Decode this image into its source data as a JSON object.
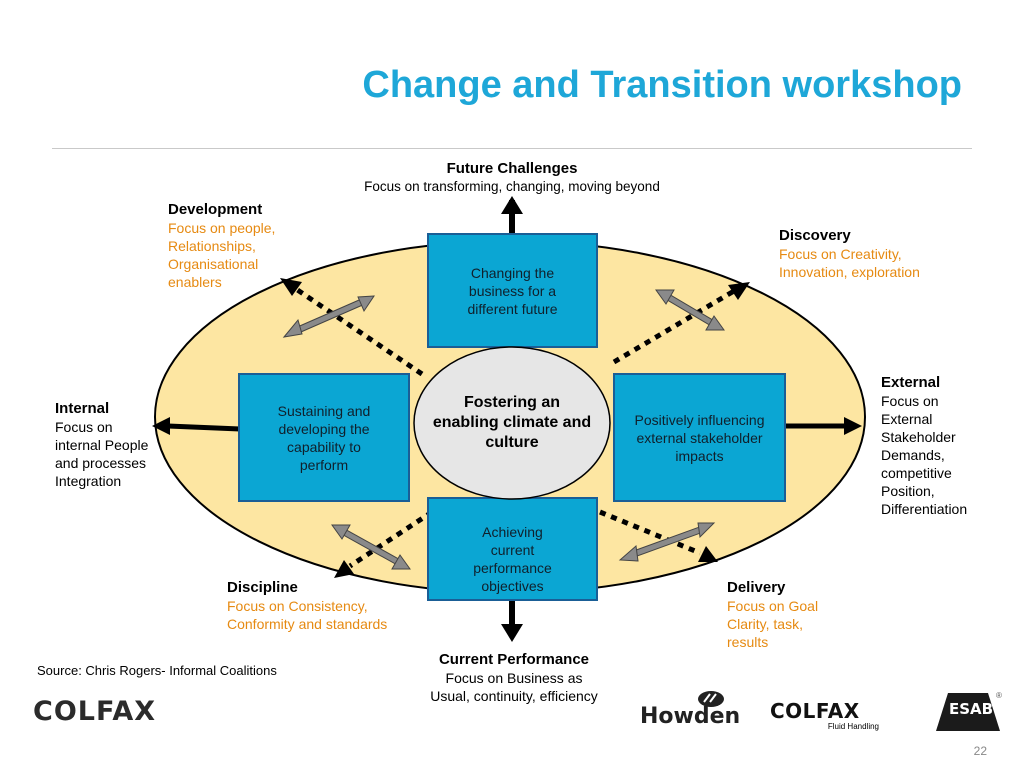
{
  "title": "Change and Transition workshop",
  "boxes": {
    "top": "Changing the business for a different future",
    "left": "Sustaining and developing the capability to perform",
    "right": "Positively influencing external stakeholder impacts",
    "bottom": "Achieving current performance objectives",
    "center": "Fostering an enabling climate and culture"
  },
  "labels": {
    "future": {
      "heading": "Future Challenges",
      "text": "Focus on transforming, changing, moving beyond"
    },
    "development": {
      "heading": "Development",
      "lines": [
        "Focus on people,",
        "Relationships,",
        "Organisational",
        "enablers"
      ]
    },
    "discovery": {
      "heading": "Discovery",
      "lines": [
        "Focus on Creativity,",
        "Innovation, exploration"
      ]
    },
    "internal": {
      "heading": "Internal",
      "lines": [
        "Focus on",
        "internal People",
        "and processes",
        "Integration"
      ]
    },
    "external": {
      "heading": "External",
      "lines": [
        "Focus on",
        "External",
        "Stakeholder",
        "Demands,",
        "competitive",
        "Position,",
        "Differentiation"
      ]
    },
    "discipline": {
      "heading": "Discipline",
      "lines": [
        "Focus on Consistency,",
        "Conformity and standards"
      ]
    },
    "delivery": {
      "heading": "Delivery",
      "lines": [
        "Focus on Goal",
        "Clarity, task,",
        "results"
      ]
    },
    "current": {
      "heading": "Current Performance",
      "lines": [
        "Focus on Business as",
        "Usual, continuity, efficiency"
      ]
    }
  },
  "source": "Source: Chris Rogers- Informal Coalitions",
  "logos": {
    "colfax": "COLFAX",
    "howden": "Howden",
    "colfax_fluid": "COLFAX",
    "colfax_fluid_sub": "Fluid Handling",
    "esab": "ESAB"
  },
  "page_number": "22",
  "colors": {
    "title": "#1ea7d8",
    "box_fill": "#0ba6d3",
    "box_border": "#1a5e96",
    "ellipse": "#fde6a2",
    "center_ellipse": "#e6e6e6",
    "accent_text": "#e68a12"
  }
}
